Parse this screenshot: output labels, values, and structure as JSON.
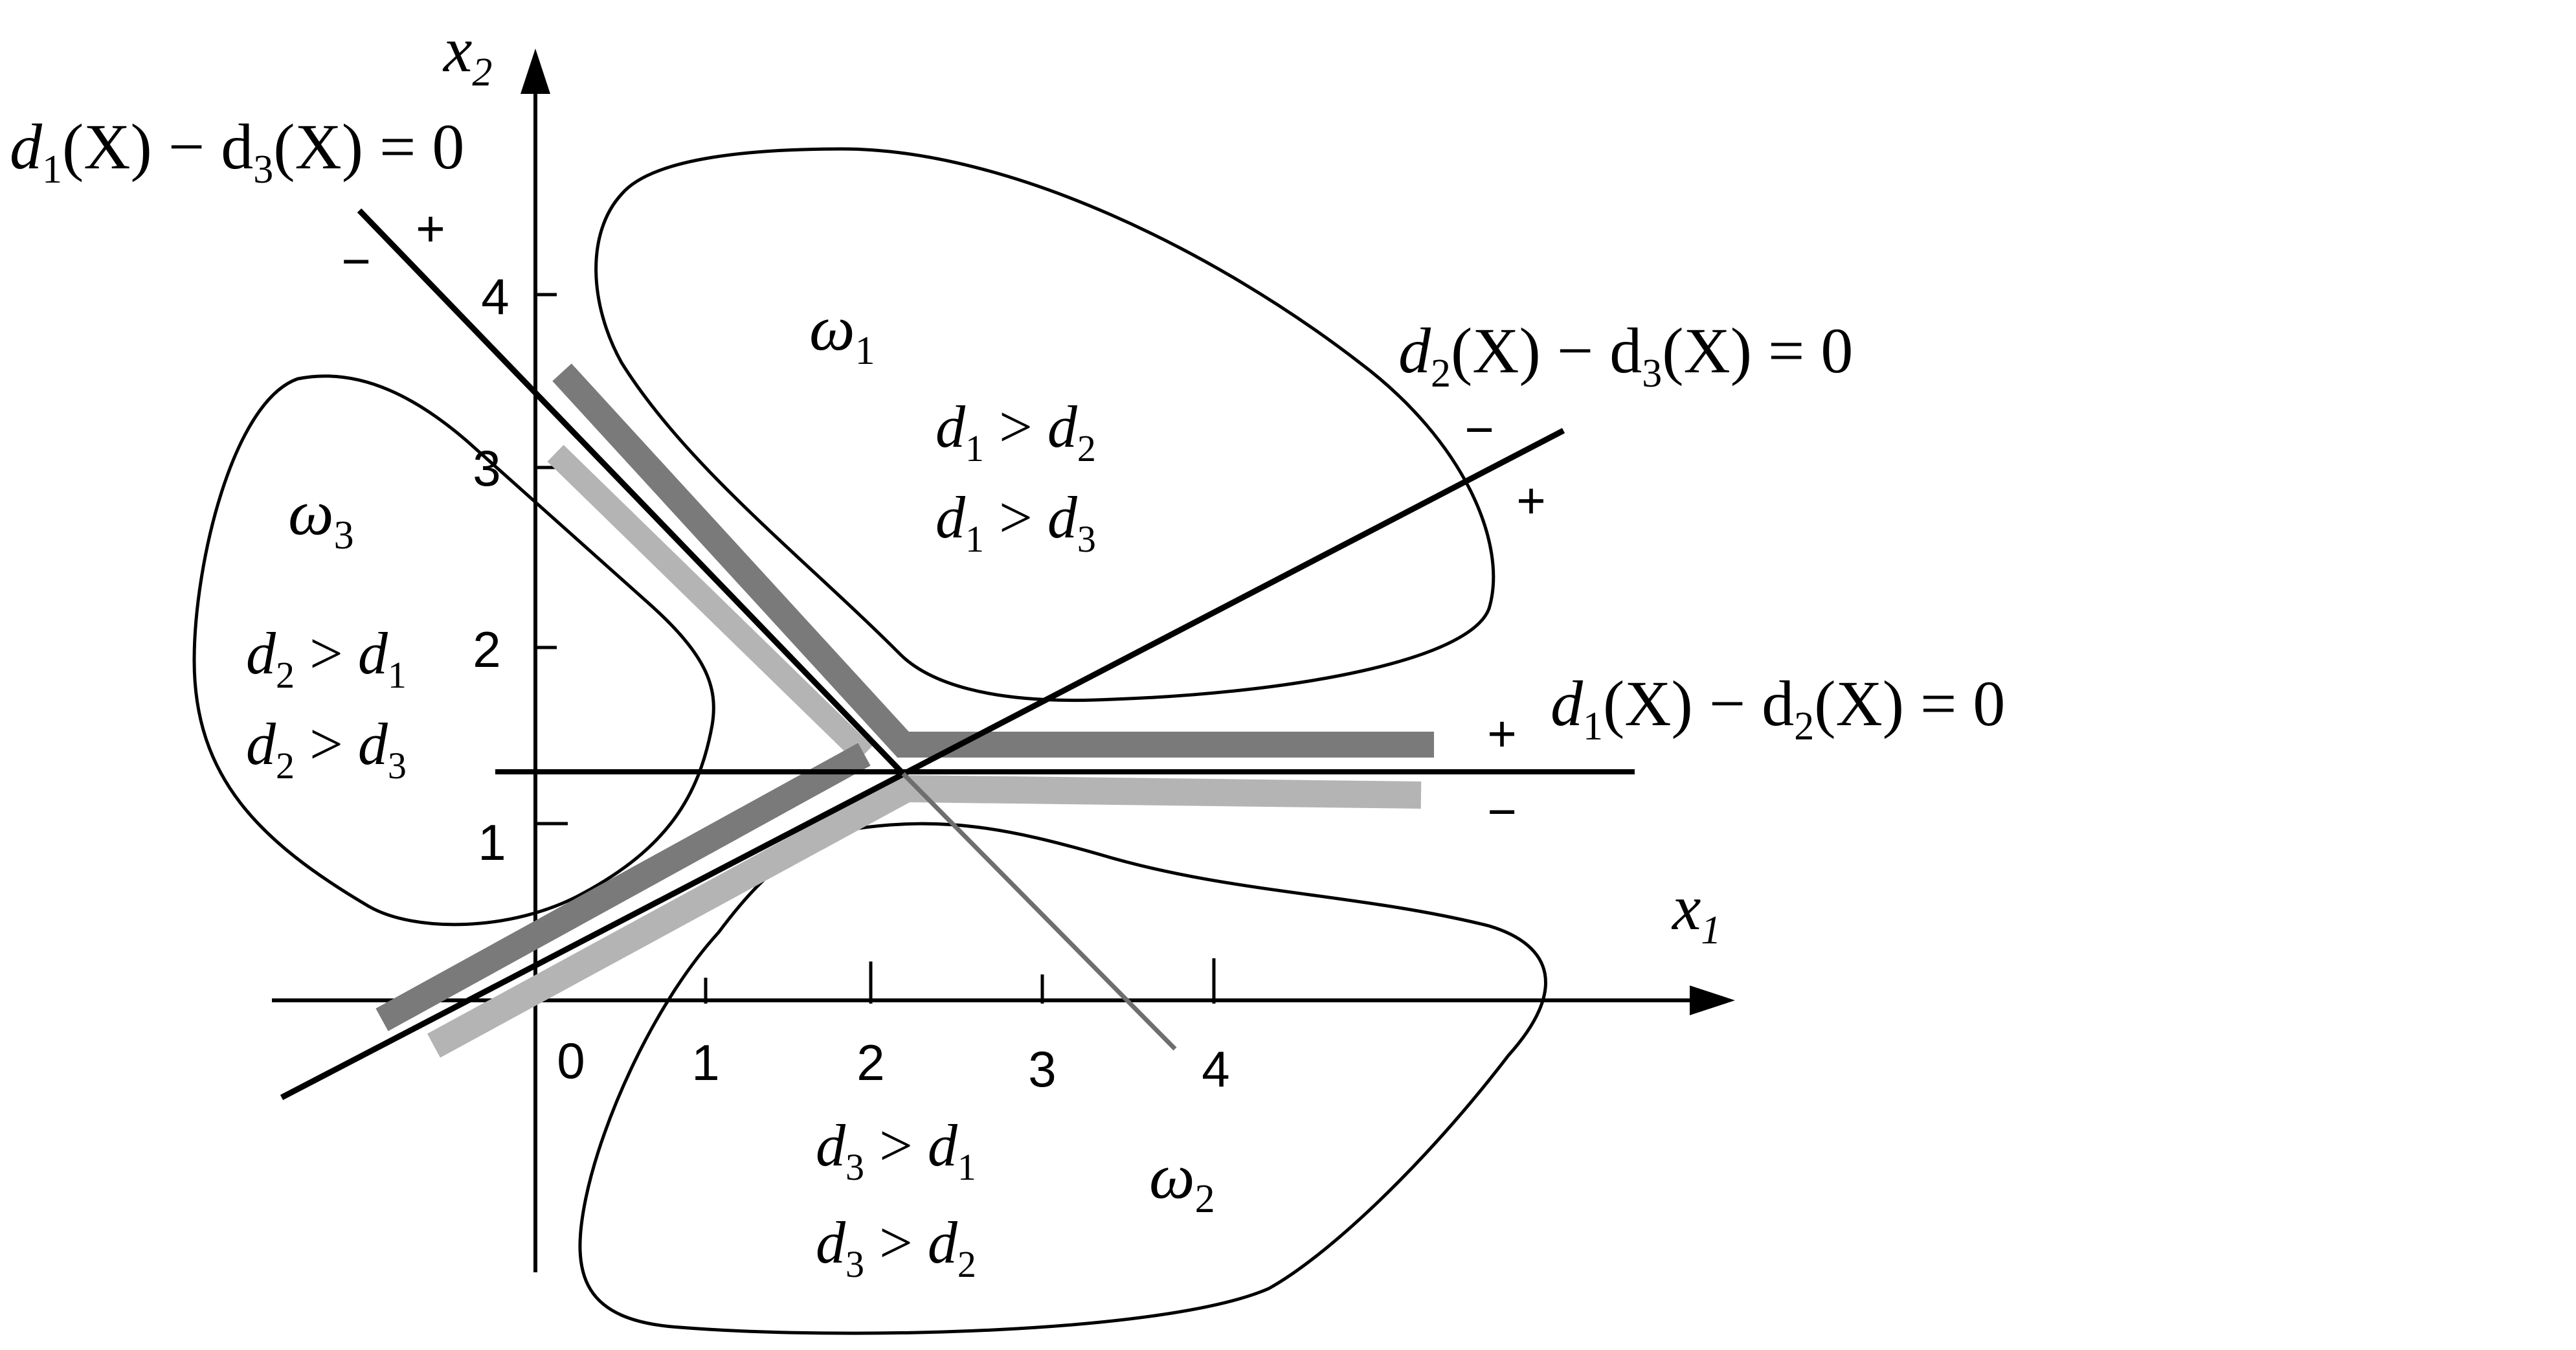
{
  "axes": {
    "x_label": "x",
    "x_sub": "1",
    "y_label": "x",
    "y_sub": "2",
    "x_ticks": [
      "0",
      "1",
      "2",
      "3",
      "4"
    ],
    "y_ticks": [
      "1",
      "2",
      "3",
      "4"
    ]
  },
  "boundaries": {
    "d1_d3": {
      "lhs": "d",
      "s1": "1",
      "mid": "(X) − d",
      "s2": "3",
      "rhs": "(X) = 0",
      "plus": "+",
      "minus": "−"
    },
    "d2_d3": {
      "lhs": "d",
      "s1": "2",
      "mid": "(X) − d",
      "s2": "3",
      "rhs": "(X) = 0",
      "plus": "+",
      "minus": "−"
    },
    "d1_d2": {
      "lhs": "d",
      "s1": "1",
      "mid": "(X) − d",
      "s2": "2",
      "rhs": "(X) = 0",
      "plus": "+",
      "minus": "−"
    }
  },
  "regions": {
    "w1": {
      "sym": "ω",
      "sub": "1",
      "c1": {
        "a": "d",
        "as": "1",
        "op": " > ",
        "b": "d",
        "bs": "2"
      },
      "c2": {
        "a": "d",
        "as": "1",
        "op": " > ",
        "b": "d",
        "bs": "3"
      }
    },
    "w3": {
      "sym": "ω",
      "sub": "3",
      "c1": {
        "a": "d",
        "as": "2",
        "op": " > ",
        "b": "d",
        "bs": "1"
      },
      "c2": {
        "a": "d",
        "as": "2",
        "op": " > ",
        "b": "d",
        "bs": "3"
      }
    },
    "w2": {
      "sym": "ω",
      "sub": "2",
      "c1": {
        "a": "d",
        "as": "3",
        "op": " > ",
        "b": "d",
        "bs": "1"
      },
      "c2": {
        "a": "d",
        "as": "3",
        "op": " > ",
        "b": "d",
        "bs": "2"
      }
    }
  },
  "colors": {
    "line": "#000000",
    "band_dark": "#7a7a7a",
    "band_light": "#b4b4b4",
    "ray": "#6e6e6e"
  }
}
